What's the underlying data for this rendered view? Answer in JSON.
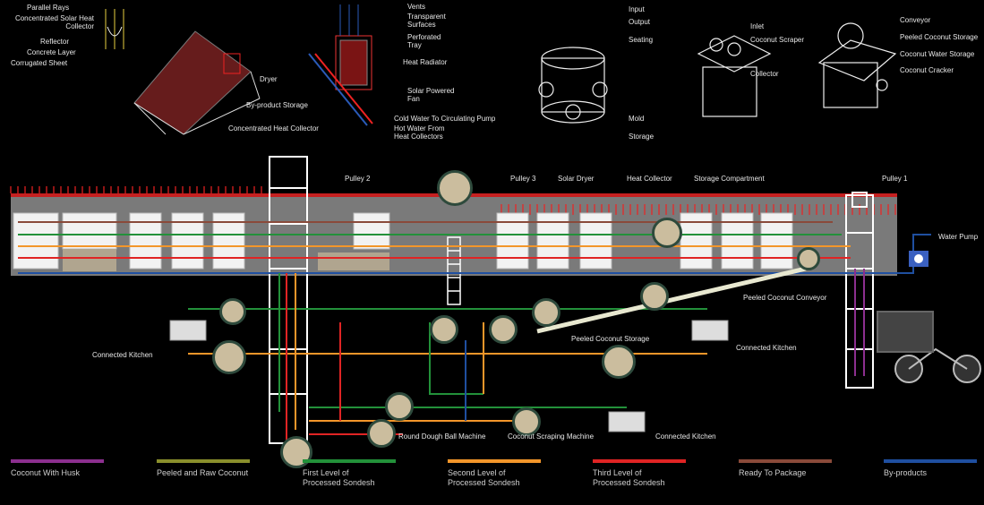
{
  "top_labels": {
    "solar": [
      "Parallel Rays",
      "Concentrated Solar Heat Collector",
      "Reflector",
      "Concrete Layer",
      "Corrugated Sheet"
    ],
    "dryer": "Dryer",
    "byproduct_storage": "By-product Storage",
    "concentrated_heat_collector": "Concentrated Heat Collector",
    "vents": "Vents",
    "transparent_surfaces": "Transparent Surfaces",
    "perforated_tray": "Perforated Tray",
    "heat_radiator": "Heat Radiator",
    "solar_fan": "Solar Powered Fan",
    "cold_water": "Cold Water To Circulating Pump",
    "hot_water": "Hot Water From Heat Collectors",
    "input": "Input",
    "output": "Output",
    "seating": "Seating",
    "mold": "Mold",
    "storage": "Storage",
    "inlet": "Inlet",
    "coconut_scraper": "Coconut Scraper",
    "collector": "Collector",
    "conveyor": "Conveyor",
    "peeled_coconut_storage_top": "Peeled Coconut Storage",
    "coconut_water_storage": "Coconut Water Storage",
    "coconut_cracker": "Coconut Cracker"
  },
  "main_labels": {
    "pulley2": "Pulley 2",
    "pulley3": "Pulley 3",
    "solar_dryer": "Solar Dryer",
    "heat_collector": "Heat Collector",
    "storage_compartment": "Storage Compartment",
    "pulley1": "Pulley 1",
    "water_pump": "Water Pump",
    "peeled_coconut_conveyor": "Peeled Coconut Conveyor",
    "connected_kitchen_left": "Connected Kitchen",
    "connected_kitchen_right": "Connected Kitchen",
    "connected_kitchen_bottom": "Connected Kitchen",
    "peeled_coconut_storage": "Peeled Coconut Storage",
    "round_dough_ball_machine": "Round Dough Ball Machine",
    "coconut_scraping_machine": "Coconut Scraping Machine"
  },
  "legend": [
    {
      "label": "Coconut With Husk",
      "color": "#8c2f8f"
    },
    {
      "label": "Peeled and Raw Coconut",
      "color": "#8a8f2c"
    },
    {
      "label": "First Level of Processed Sondesh",
      "color": "#23913a"
    },
    {
      "label": "Second Level of Processed Sondesh",
      "color": "#f3962a"
    },
    {
      "label": "Third Level of Processed Sondesh",
      "color": "#e02424"
    },
    {
      "label": "Ready To Package",
      "color": "#8a4a3a"
    },
    {
      "label": "By-products",
      "color": "#1f4fa0"
    }
  ]
}
